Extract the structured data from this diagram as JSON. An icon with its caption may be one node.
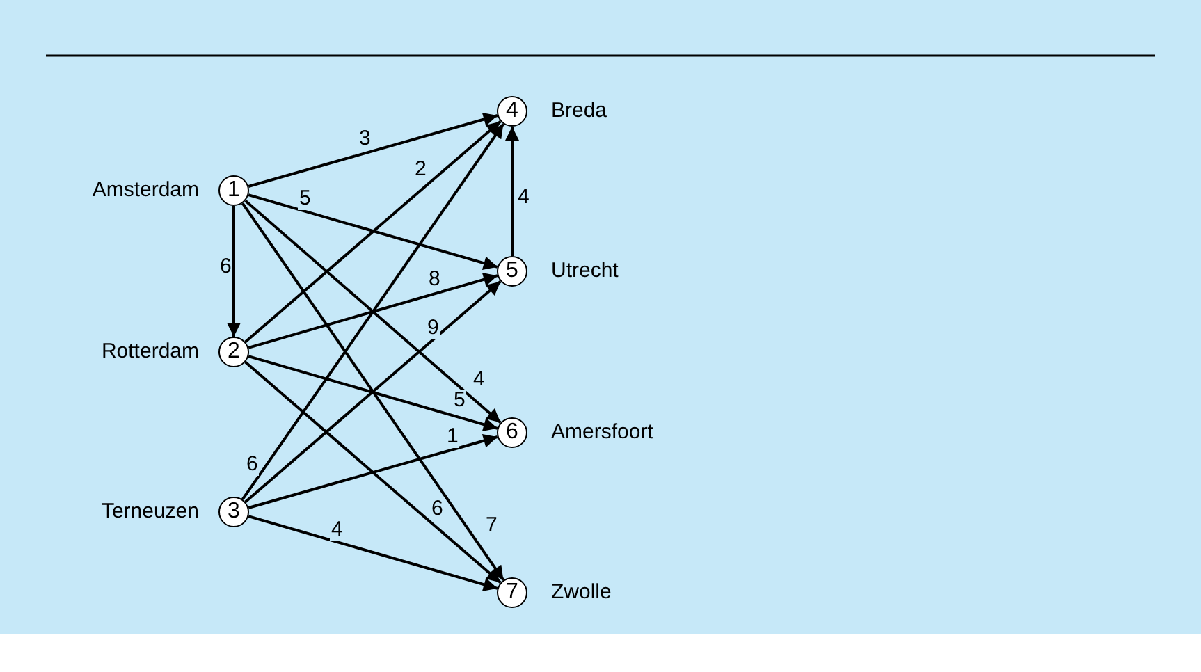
{
  "diagram": {
    "nodes": [
      {
        "text": [
          "1"
        ],
        "beside": [
          "Amsterdam"
        ]
      },
      {
        "text": [
          "2"
        ],
        "beside": [
          "Rotterdam"
        ]
      },
      {
        "text": [
          "3"
        ],
        "beside": [
          "Terneuzen"
        ]
      },
      {
        "text": [
          "4"
        ],
        "beside": [
          "Breda"
        ]
      },
      {
        "text": [
          "5"
        ],
        "beside": [
          "Utrecht"
        ]
      },
      {
        "text": [
          "6"
        ],
        "beside": [
          "Amersfoort"
        ]
      },
      {
        "text": [
          "7"
        ],
        "beside": [
          "Zwolle"
        ]
      }
    ],
    "edges": [
      {
        "from": 0,
        "to": 3,
        "arrow": "to",
        "label": "3"
      },
      {
        "from": 0,
        "to": 4,
        "arrow": "to",
        "label": "5"
      },
      {
        "from": 0,
        "to": 1,
        "arrow": "to",
        "label": "6"
      },
      {
        "from": 0,
        "to": 5,
        "arrow": "to",
        "label": "4"
      },
      {
        "from": 0,
        "to": 6,
        "arrow": "to",
        "label": "7"
      },
      {
        "from": 1,
        "to": 3,
        "arrow": "to",
        "label": "2"
      },
      {
        "from": 1,
        "to": 4,
        "arrow": "to",
        "label": "8"
      },
      {
        "from": 1,
        "to": 5,
        "arrow": "to",
        "label": "5"
      },
      {
        "from": 1,
        "to": 6,
        "arrow": "to",
        "label": "6"
      },
      {
        "from": 2,
        "to": 3,
        "arrow": "to",
        "label": "6"
      },
      {
        "from": 2,
        "to": 4,
        "arrow": "to",
        "label": "9"
      },
      {
        "from": 2,
        "to": 5,
        "arrow": "to",
        "label": "1"
      },
      {
        "from": 2,
        "to": 6,
        "arrow": "to",
        "label": "4"
      },
      {
        "from": 4,
        "to": 3,
        "arrow": "to",
        "label": "4"
      }
    ]
  }
}
